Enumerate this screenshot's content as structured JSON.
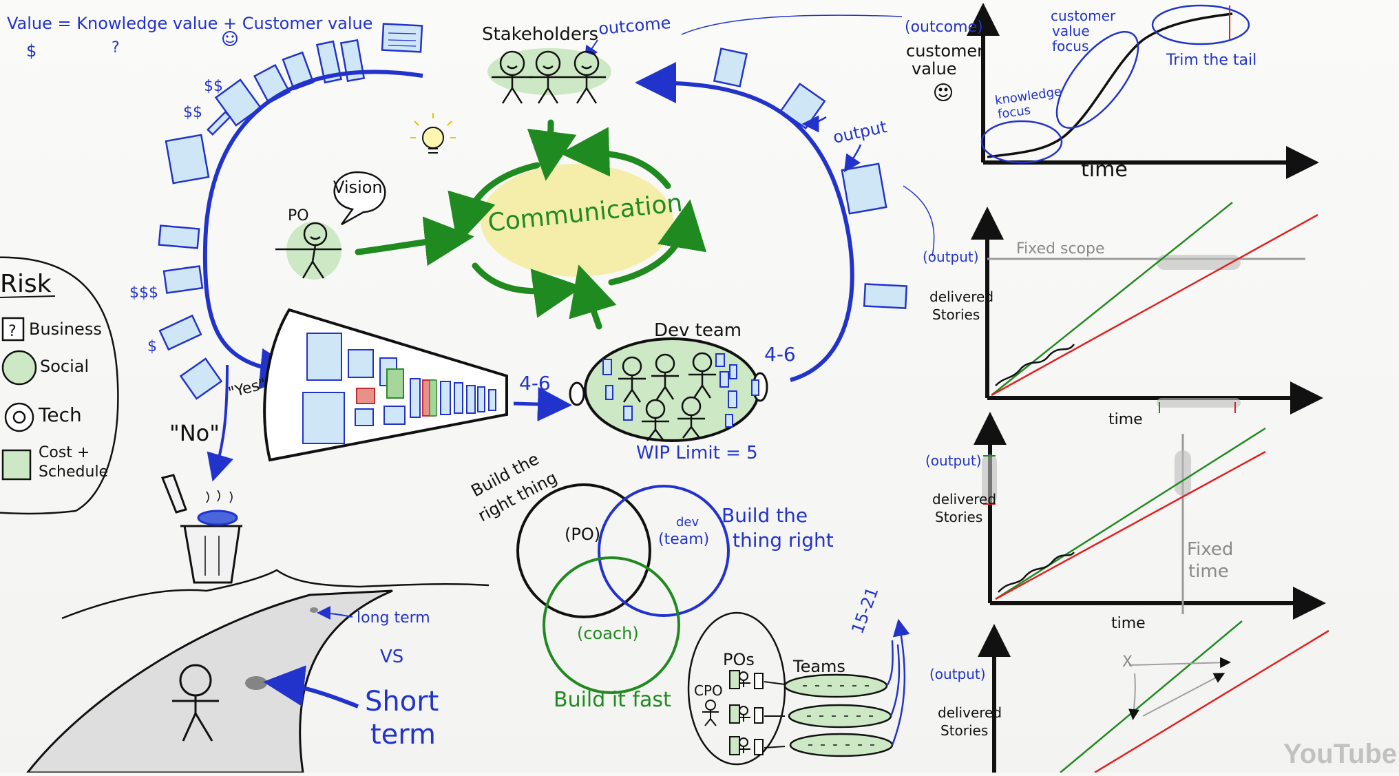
{
  "header": {
    "formula": "Value = Knowledge value + Customer value",
    "formula_dollar": "$",
    "formula_question": "?"
  },
  "top": {
    "stakeholders": "Stakeholders",
    "outcome": "outcome",
    "output": "output",
    "vision": "Vision",
    "po": "PO",
    "communication": "Communication"
  },
  "backlog": {
    "money_labels": [
      "$$",
      "$$",
      "$$$",
      "$"
    ],
    "yes": "\"Yes\"",
    "no": "\"No\""
  },
  "dev": {
    "title": "Dev team",
    "throughput_in": "4-6",
    "throughput_out": "4-6",
    "wip": "WIP Limit = 5"
  },
  "risk": {
    "title": "Risk",
    "items": [
      "Business",
      "Social",
      "Tech",
      "Cost +",
      "Schedule"
    ]
  },
  "venn": {
    "build_right_thing": [
      "Build the",
      "right thing"
    ],
    "build_thing_right": [
      "Build the",
      "thing right"
    ],
    "build_fast": "Build it fast",
    "po": "(PO)",
    "dev": "dev",
    "team": "(team)",
    "coach": "(coach)"
  },
  "road": {
    "long_term": "long term",
    "vs": "VS",
    "short_term": [
      "Short",
      "term"
    ]
  },
  "scale": {
    "pos": "POs",
    "cpo": "CPO",
    "teams": "Teams",
    "range": "15-21"
  },
  "chart1": {
    "ylabel_tag": "(outcome)",
    "ylabel": [
      "customer",
      "value"
    ],
    "xlabel": "time",
    "ann_customer": [
      "customer",
      "value",
      "focus"
    ],
    "ann_knowledge": [
      "knowledge",
      "focus"
    ],
    "ann_trim": "Trim the tail"
  },
  "chart2": {
    "ylabel_tag": "(output)",
    "ylabel": [
      "delivered",
      "Stories"
    ],
    "xlabel": "time",
    "ann_scope": "Fixed scope"
  },
  "chart3": {
    "ylabel_tag": "(output)",
    "ylabel": [
      "delivered",
      "Stories"
    ],
    "xlabel": "time",
    "ann_time": [
      "Fixed",
      "time"
    ]
  },
  "chart4": {
    "ylabel_tag": "(output)",
    "ylabel": [
      "delivered",
      "Stories"
    ],
    "ann_x": "X"
  },
  "watermark": "YouTube",
  "colors": {
    "blue": "#2233cc",
    "green": "#1f8a1f",
    "red": "#e02020",
    "card": "#cfe6f7",
    "halo": "#cde8c4",
    "comm": "#f5ec9e"
  }
}
